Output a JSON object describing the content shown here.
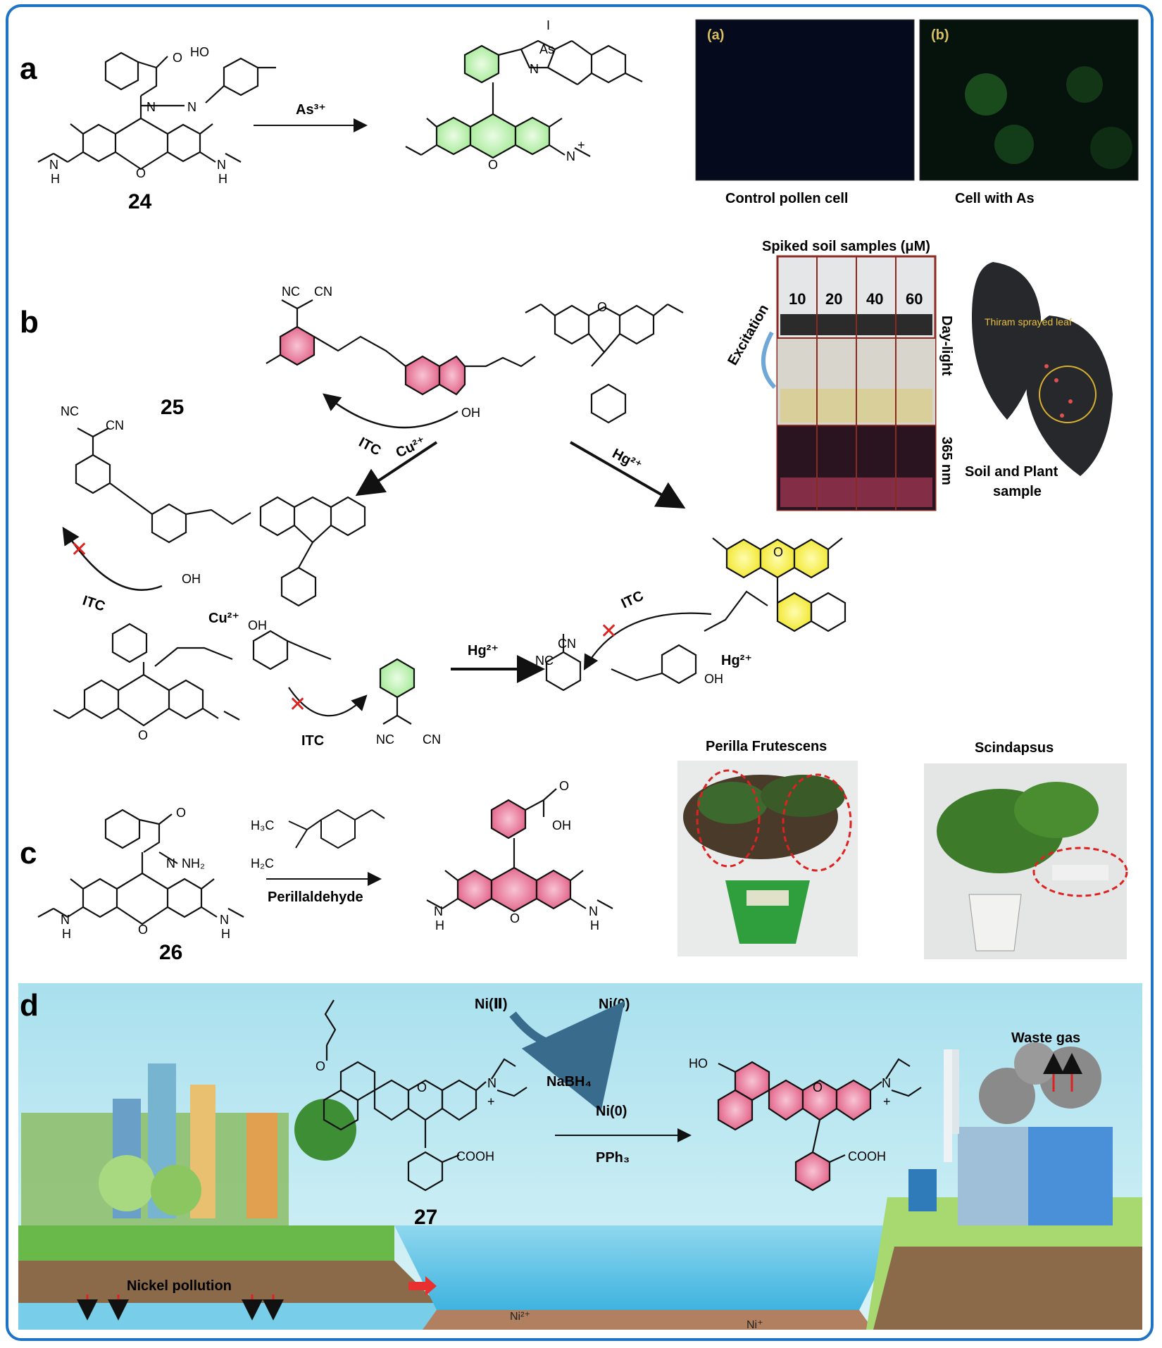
{
  "panels": {
    "a": "a",
    "b": "b",
    "c": "c",
    "d": "d"
  },
  "compounds": {
    "c24": "24",
    "c25": "25",
    "c26": "26",
    "c27": "27"
  },
  "panel_a": {
    "reagent": "As³⁺",
    "micro_a": "(a)",
    "micro_b": "(b)",
    "caption_left": "Control  pollen cell",
    "caption_right": "Cell with As",
    "atoms": {
      "ho": "HO",
      "o": "O",
      "n1": "N",
      "n2": "N",
      "nh1": "N",
      "nh2": "N",
      "h1": "H",
      "h2": "H",
      "oring": "O",
      "as": "As",
      "i": "I",
      "np": "N",
      "plus": "+"
    }
  },
  "panel_b": {
    "soil_title": "Spiked soil samples (μM)",
    "concentrations": [
      "10",
      "20",
      "40",
      "60"
    ],
    "excitation": "Excitation",
    "daylight": "Day-light",
    "uv": "365 nm",
    "leaf_label": "Thiram sprayed leaf",
    "soil_plant": "Soil and Plant",
    "sample": "sample",
    "cu": "Cu²⁺",
    "hg": "Hg²⁺",
    "itc": "ITC",
    "nc": "NC",
    "cn": "CN",
    "oh": "OH",
    "o": "O"
  },
  "panel_c": {
    "reagent_top": "H₃C",
    "reagent_h2c": "H₂C",
    "reagent_name": "Perillaldehyde",
    "plant1": "Perilla Frutescens",
    "plant2": "Scindapsus",
    "nh2": "NH₂",
    "oh": "OH",
    "o": "O",
    "n": "N",
    "h": "H"
  },
  "panel_d": {
    "ni2": "Ni(Ⅱ)",
    "ni0_top": "Ni(0)",
    "nabh4": "NaBH₄",
    "ni0": "Ni(0)",
    "pph3": "PPh₃",
    "waste": "Waste gas",
    "nickel": "Nickel pollution",
    "cooh": "COOH",
    "ho": "HO",
    "o": "O",
    "n": "N",
    "plus": "+",
    "ni_ion1": "Ni²⁺",
    "ni_ion2": "Ni⁺"
  },
  "colors": {
    "border": "#1f73c6",
    "sky": "#bfe6f0",
    "green_ring": "#c8f0c0",
    "pink_ring": "#e85b82",
    "yellow_ring": "#f4f03a"
  }
}
